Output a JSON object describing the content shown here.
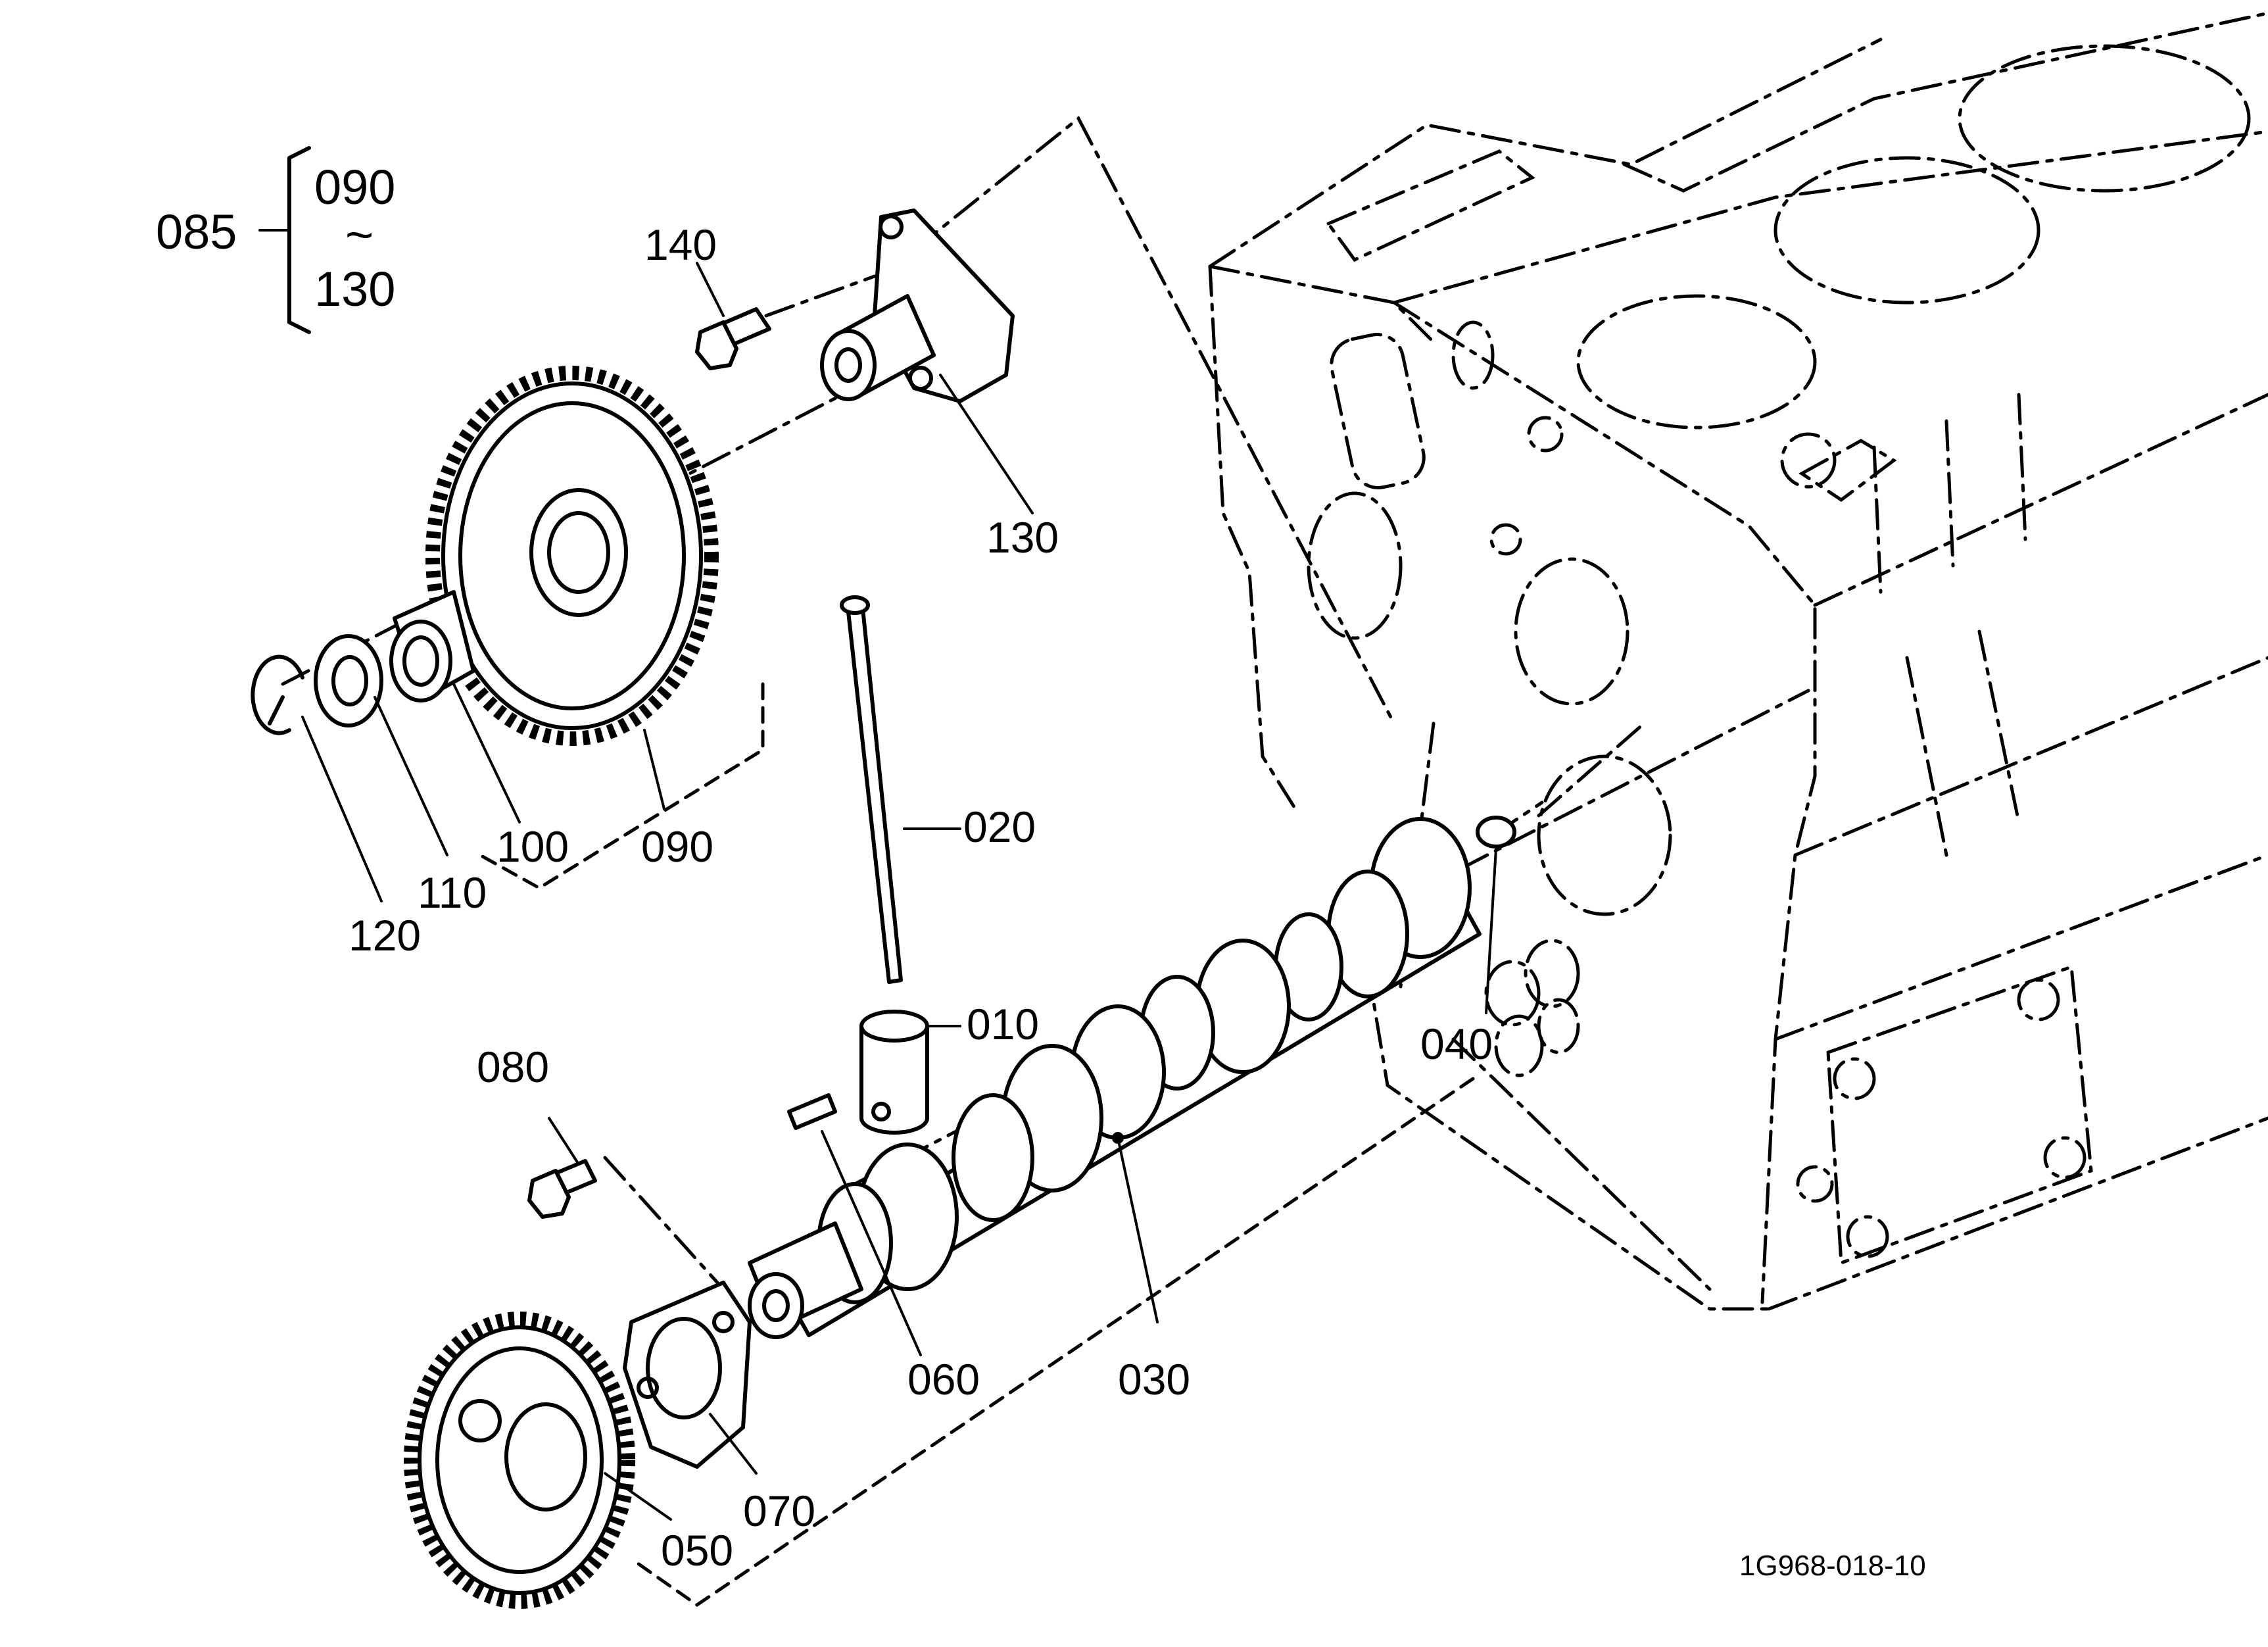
{
  "group": {
    "parent": "085",
    "range_start": "090",
    "range_sep": "~",
    "range_end": "130"
  },
  "callouts": {
    "p010": "010",
    "p020": "020",
    "p030": "030",
    "p040": "040",
    "p050": "050",
    "p060": "060",
    "p070": "070",
    "p080": "080",
    "p090": "090",
    "p100": "100",
    "p110": "110",
    "p120": "120",
    "p130": "130",
    "p140": "140"
  },
  "drawing_code": "1G968-018-10"
}
